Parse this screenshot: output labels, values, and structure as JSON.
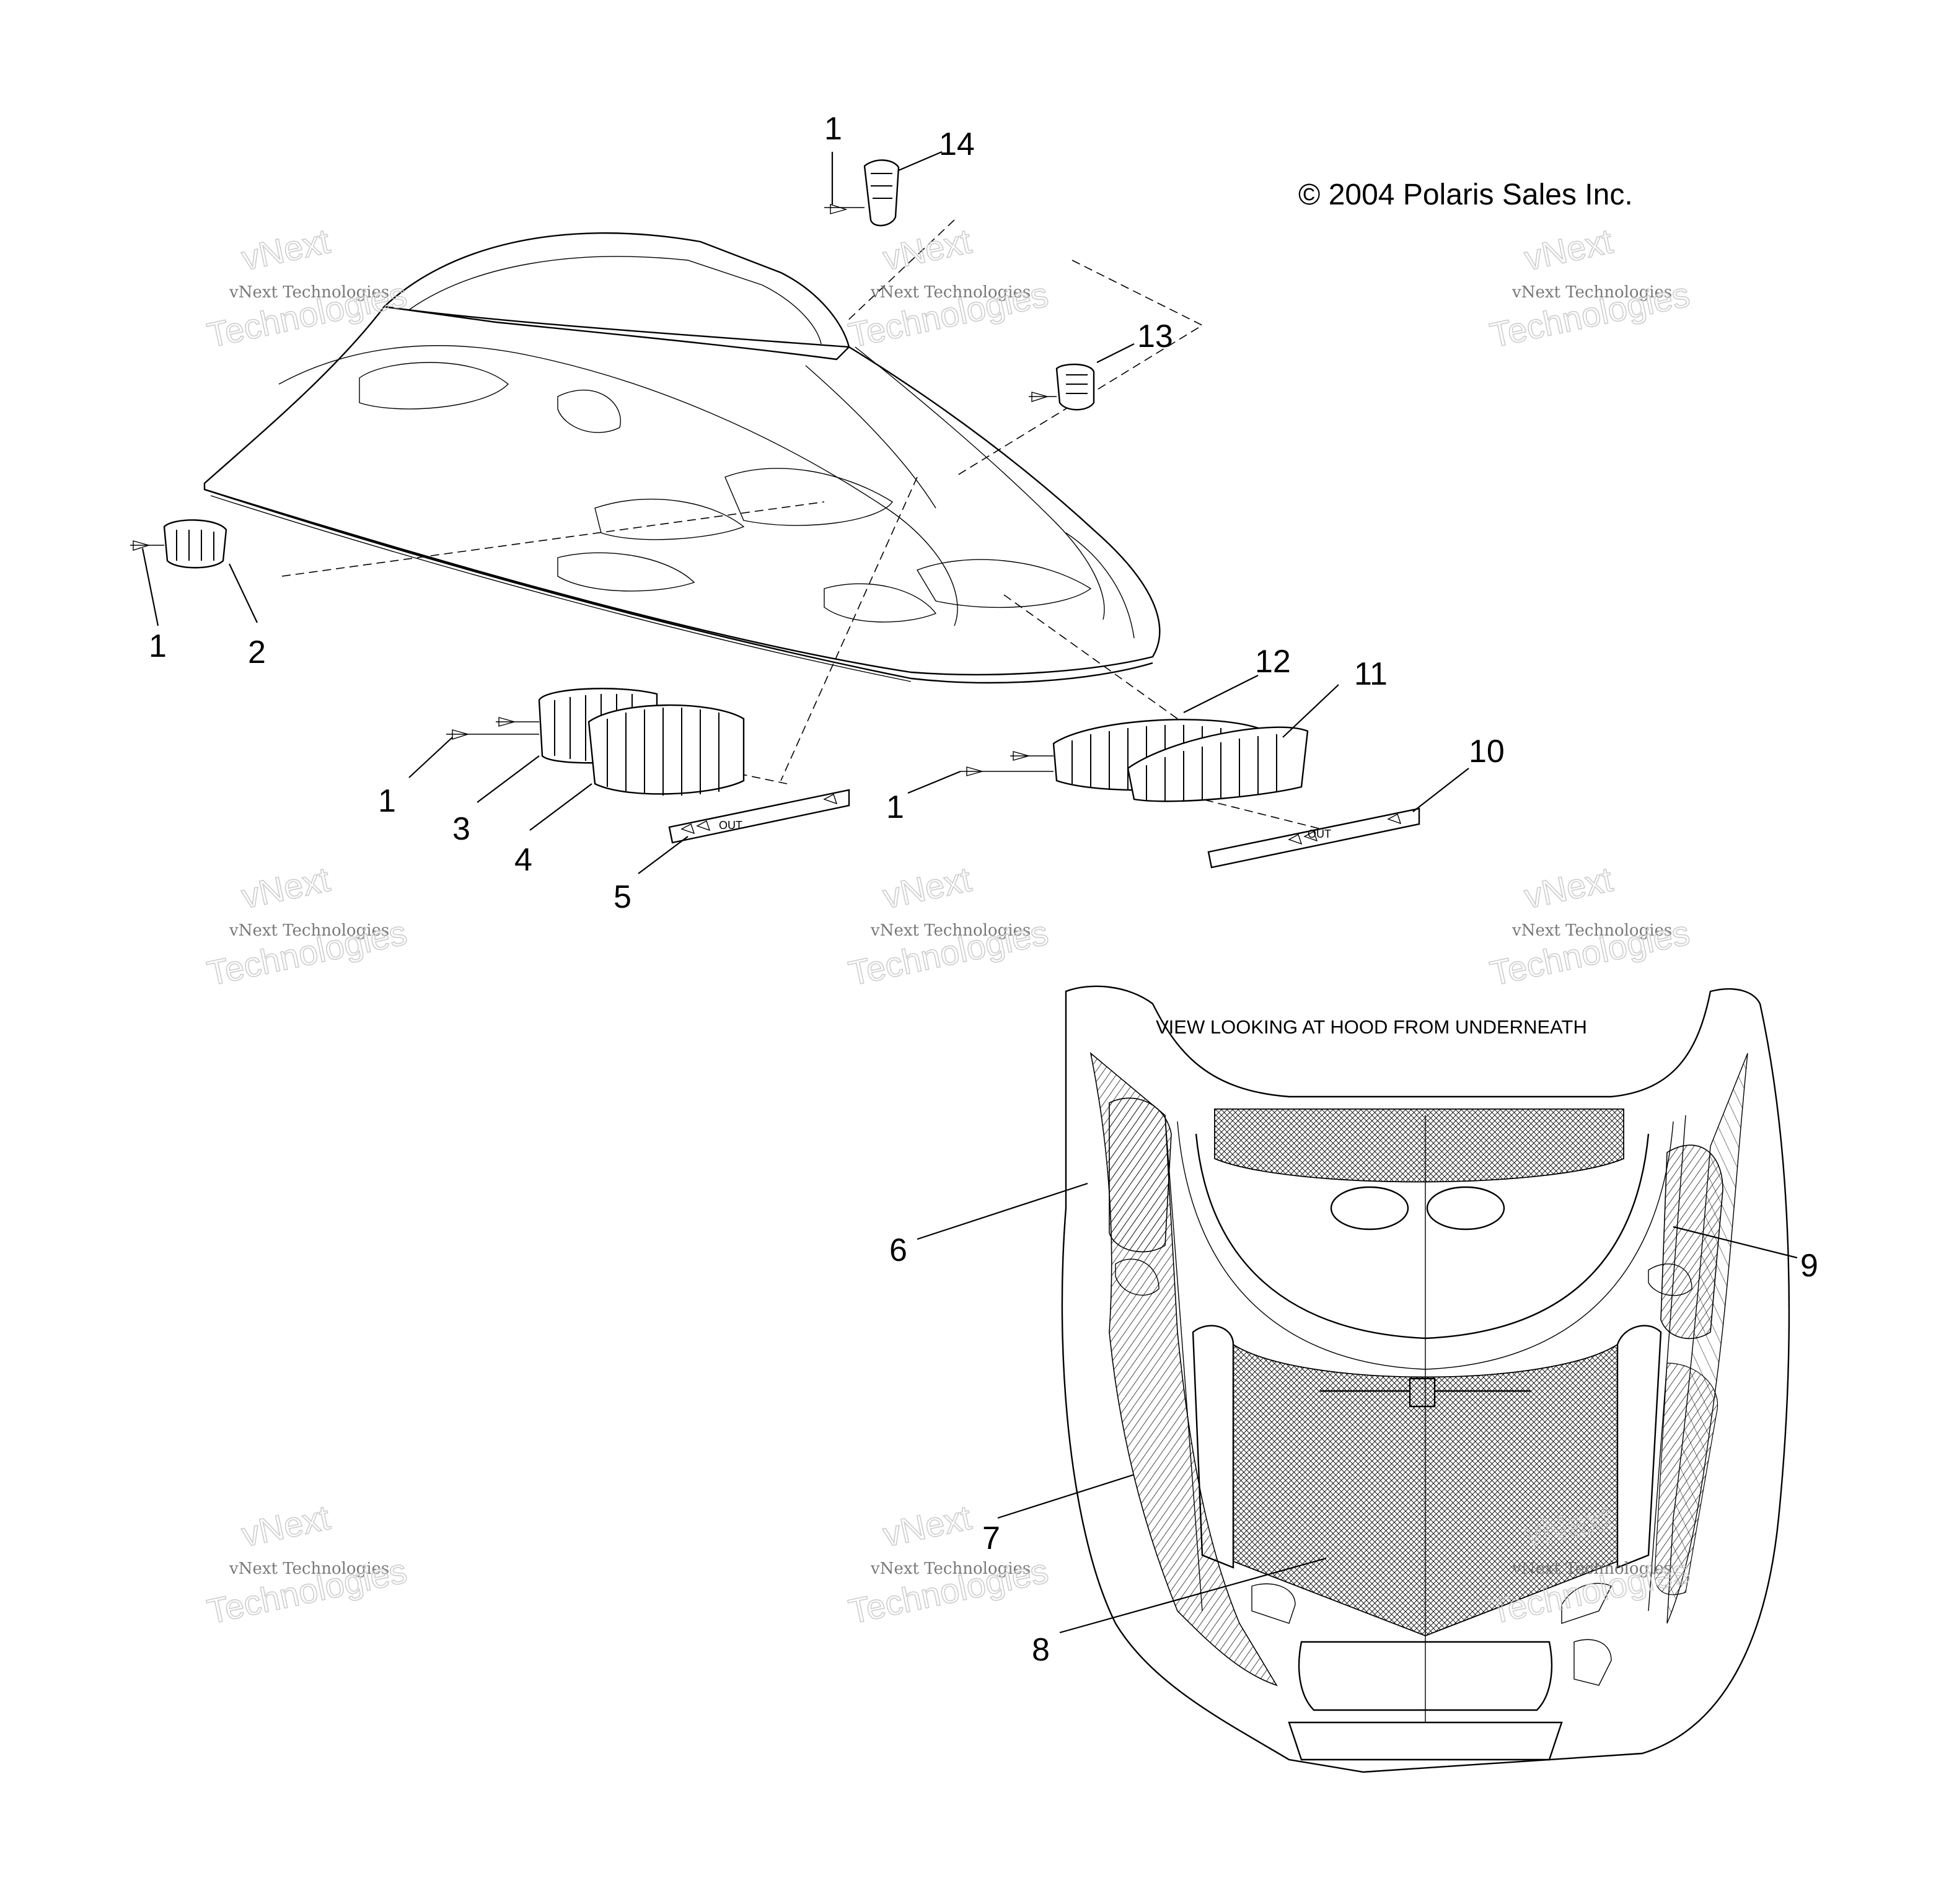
{
  "copyright": "© 2004 Polaris Sales Inc.",
  "view_caption": "VIEW LOOKING AT HOOD FROM UNDERNEATH",
  "watermark": {
    "line1": "vNext Technologies",
    "line2": "vNext",
    "line3": "Technologies"
  },
  "callouts": [
    {
      "id": "c1a",
      "text": "1"
    },
    {
      "id": "c14",
      "text": "14"
    },
    {
      "id": "c13",
      "text": "13"
    },
    {
      "id": "c1b",
      "text": "1"
    },
    {
      "id": "c2",
      "text": "2"
    },
    {
      "id": "c12",
      "text": "12"
    },
    {
      "id": "c11",
      "text": "11"
    },
    {
      "id": "c10",
      "text": "10"
    },
    {
      "id": "c1c",
      "text": "1"
    },
    {
      "id": "c3",
      "text": "3"
    },
    {
      "id": "c4",
      "text": "4"
    },
    {
      "id": "c5",
      "text": "5"
    },
    {
      "id": "c1d",
      "text": "1"
    },
    {
      "id": "c6",
      "text": "6"
    },
    {
      "id": "c9",
      "text": "9"
    },
    {
      "id": "c7",
      "text": "7"
    },
    {
      "id": "c8",
      "text": "8"
    }
  ],
  "decal_text": {
    "out_left": "OUT",
    "out_right": "OUT"
  }
}
